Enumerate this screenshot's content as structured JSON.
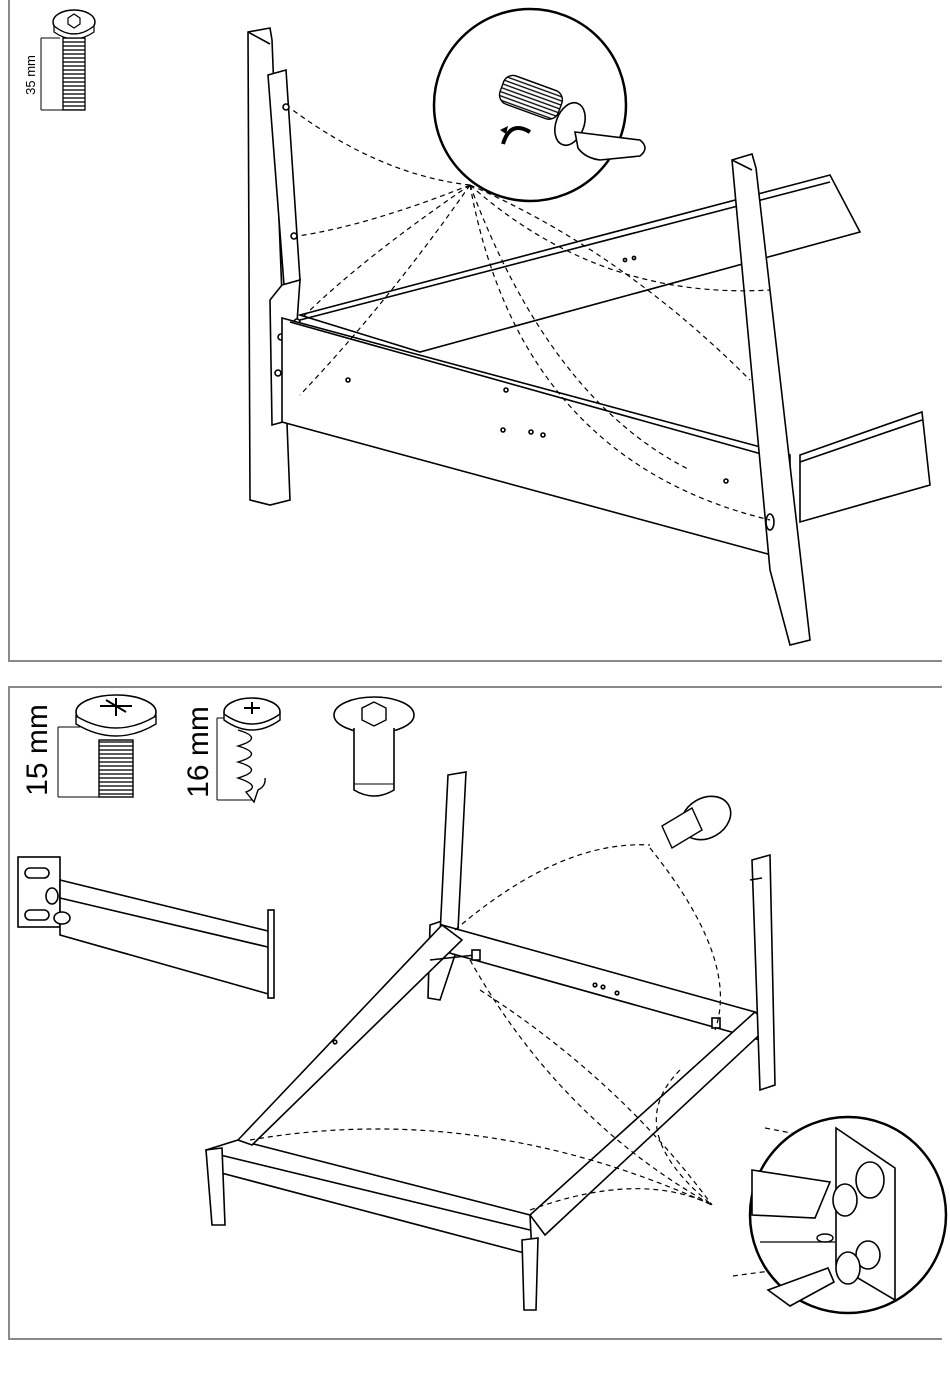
{
  "step_1": {
    "screw_length_label": "35 mm"
  },
  "step_2": {
    "screw_a_length_label": "15 mm",
    "screw_b_length_label": "16 mm"
  }
}
